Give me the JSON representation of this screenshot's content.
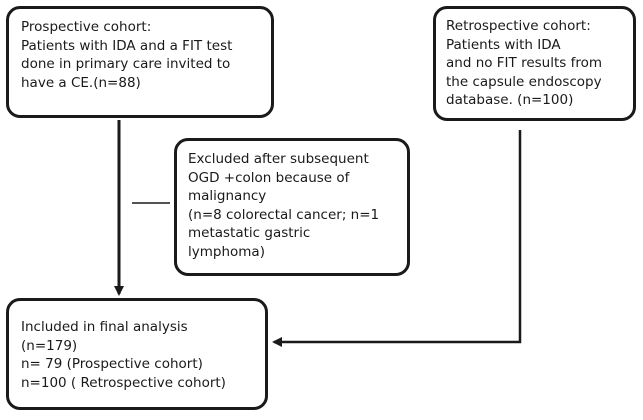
{
  "flowchart": {
    "prospective": {
      "lines": [
        "Prospective cohort:",
        "Patients with IDA and a FIT test",
        "done in primary care invited to",
        "have a CE.(n=88)"
      ]
    },
    "retrospective": {
      "lines": [
        "Retrospective cohort:",
        "Patients with IDA",
        "and no FIT results from",
        "the capsule endoscopy",
        "database. (n=100)"
      ]
    },
    "excluded": {
      "lines": [
        "Excluded after subsequent",
        "OGD +colon because of",
        "malignancy",
        "(n=8 colorectal cancer; n=1",
        "metastatic gastric",
        "lymphoma)"
      ]
    },
    "final": {
      "lines": [
        "Included in final analysis",
        "(n=179)",
        "n= 79 (Prospective cohort)",
        "n=100 ( Retrospective cohort)"
      ]
    }
  },
  "colors": {
    "stroke": "#1a1a1a",
    "background": "#ffffff"
  }
}
